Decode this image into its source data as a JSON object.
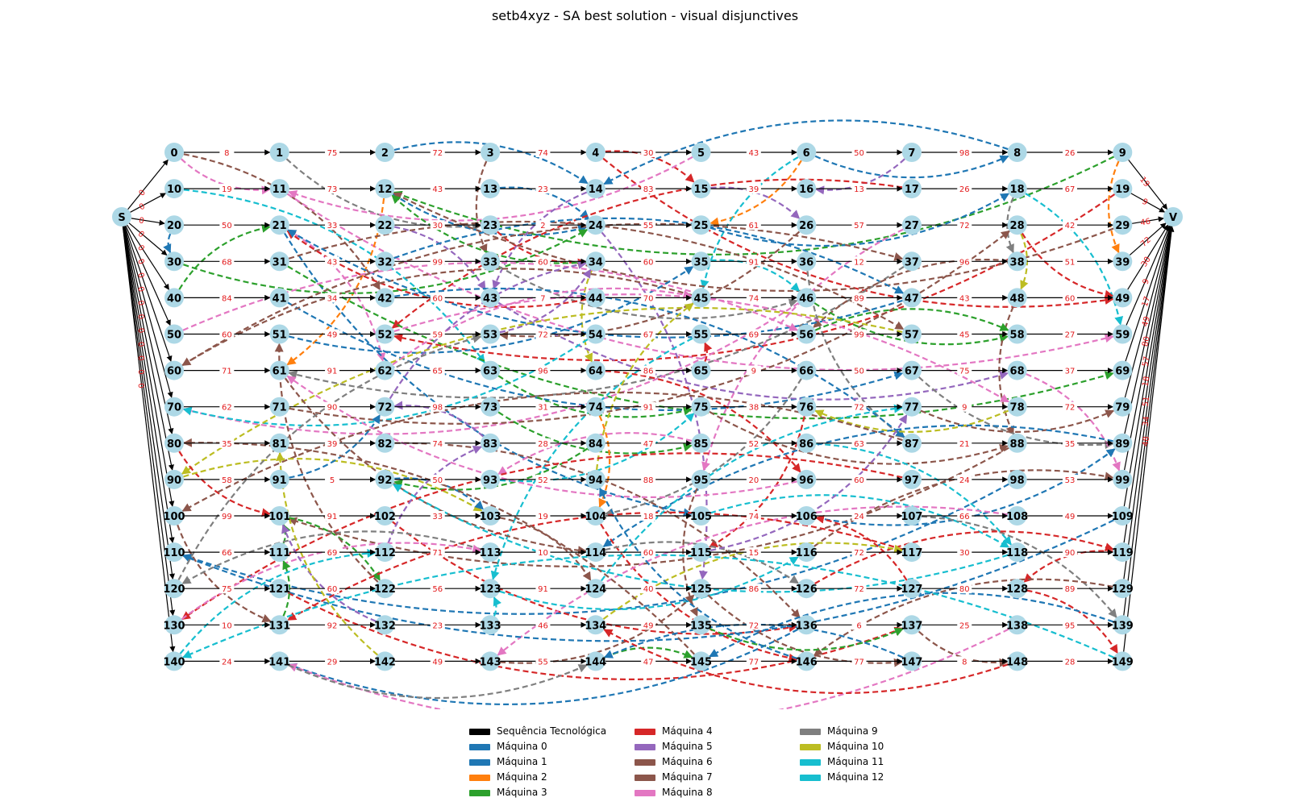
{
  "title": "setb4xyz - SA best solution - visual disjunctives",
  "source_label": "S",
  "sink_label": "V",
  "grid": {
    "rows": 15,
    "cols": 10
  },
  "colors": {
    "node_fill": "#add8e6",
    "arrow": "#000000",
    "weight_text": "#e31a1c",
    "machines": [
      "#1f77b4",
      "#1f77b4",
      "#ff7f0e",
      "#2ca02c",
      "#d62728",
      "#9467bd",
      "#8c564b",
      "#8c564b",
      "#e377c2",
      "#7f7f7f",
      "#bcbd22",
      "#17becf",
      "#17becf"
    ]
  },
  "row_weights": [
    [
      8,
      75,
      72,
      74,
      30,
      43,
      50,
      98,
      26
    ],
    [
      19,
      73,
      43,
      23,
      83,
      39,
      13,
      26,
      67
    ],
    [
      50,
      33,
      30,
      2,
      55,
      61,
      57,
      72,
      42
    ],
    [
      68,
      43,
      99,
      60,
      60,
      91,
      12,
      96,
      51
    ],
    [
      84,
      34,
      60,
      7,
      70,
      74,
      89,
      43,
      60
    ],
    [
      60,
      49,
      59,
      72,
      67,
      69,
      99,
      45,
      27
    ],
    [
      71,
      91,
      65,
      96,
      86,
      9,
      50,
      75,
      37
    ],
    [
      62,
      90,
      98,
      31,
      91,
      38,
      72,
      9,
      72
    ],
    [
      35,
      39,
      74,
      28,
      47,
      52,
      63,
      21,
      35
    ],
    [
      58,
      5,
      50,
      52,
      88,
      20,
      60,
      24,
      53
    ],
    [
      99,
      91,
      33,
      19,
      18,
      74,
      24,
      66,
      49
    ],
    [
      66,
      69,
      71,
      10,
      60,
      15,
      72,
      30,
      90
    ],
    [
      75,
      60,
      56,
      91,
      40,
      86,
      72,
      80,
      89
    ],
    [
      10,
      92,
      23,
      46,
      49,
      72,
      6,
      25,
      95
    ],
    [
      24,
      29,
      49,
      55,
      47,
      77,
      77,
      8,
      28
    ]
  ],
  "source_weights": [
    0,
    0,
    0,
    0,
    0,
    0,
    0,
    0,
    0,
    0,
    0,
    0,
    0,
    0,
    0
  ],
  "sink_weights": [
    19,
    9,
    46,
    72,
    30,
    9,
    17,
    49,
    80,
    57,
    18,
    51,
    34,
    48
  ],
  "disjunctive_arcs": [
    [
      0,
      11,
      8
    ],
    [
      0,
      42,
      6
    ],
    [
      1,
      23,
      9
    ],
    [
      2,
      14,
      0
    ],
    [
      3,
      33,
      6
    ],
    [
      4,
      15,
      4
    ],
    [
      4,
      49,
      4
    ],
    [
      5,
      11,
      8
    ],
    [
      6,
      8,
      0
    ],
    [
      6,
      25,
      2
    ],
    [
      6,
      45,
      11
    ],
    [
      7,
      16,
      5
    ],
    [
      8,
      14,
      0
    ],
    [
      9,
      12,
      3
    ],
    [
      9,
      39,
      2
    ],
    [
      10,
      63,
      12
    ],
    [
      11,
      59,
      8
    ],
    [
      12,
      61,
      2
    ],
    [
      12,
      24,
      0
    ],
    [
      13,
      24,
      0
    ],
    [
      14,
      43,
      5
    ],
    [
      15,
      26,
      5
    ],
    [
      17,
      52,
      4
    ],
    [
      18,
      59,
      12
    ],
    [
      18,
      38,
      9
    ],
    [
      19,
      52,
      4
    ],
    [
      20,
      30,
      0
    ],
    [
      21,
      62,
      8
    ],
    [
      21,
      105,
      0
    ],
    [
      22,
      43,
      5
    ],
    [
      23,
      34,
      4
    ],
    [
      24,
      125,
      5
    ],
    [
      25,
      18,
      0
    ],
    [
      26,
      53,
      6
    ],
    [
      27,
      95,
      8
    ],
    [
      28,
      48,
      10
    ],
    [
      28,
      49,
      4
    ],
    [
      29,
      12,
      6
    ],
    [
      30,
      24,
      3
    ],
    [
      31,
      57,
      6
    ],
    [
      31,
      69,
      3
    ],
    [
      32,
      47,
      0
    ],
    [
      33,
      46,
      9
    ],
    [
      34,
      12,
      3
    ],
    [
      34,
      64,
      10
    ],
    [
      35,
      46,
      11
    ],
    [
      36,
      87,
      9
    ],
    [
      37,
      61,
      9
    ],
    [
      38,
      56,
      6
    ],
    [
      40,
      21,
      3
    ],
    [
      41,
      67,
      0
    ],
    [
      42,
      87,
      0
    ],
    [
      43,
      68,
      5
    ],
    [
      44,
      21,
      4
    ],
    [
      45,
      60,
      6
    ],
    [
      46,
      70,
      8
    ],
    [
      46,
      58,
      3
    ],
    [
      47,
      21,
      1
    ],
    [
      48,
      88,
      6
    ],
    [
      50,
      56,
      8
    ],
    [
      51,
      35,
      0
    ],
    [
      52,
      78,
      8
    ],
    [
      53,
      34,
      5
    ],
    [
      54,
      70,
      11
    ],
    [
      55,
      123,
      12
    ],
    [
      56,
      58,
      3
    ],
    [
      57,
      90,
      10
    ],
    [
      60,
      37,
      6
    ],
    [
      61,
      114,
      7
    ],
    [
      62,
      45,
      8
    ],
    [
      63,
      75,
      3
    ],
    [
      64,
      96,
      4
    ],
    [
      65,
      55,
      4
    ],
    [
      66,
      104,
      9
    ],
    [
      67,
      89,
      9
    ],
    [
      68,
      99,
      8
    ],
    [
      71,
      28,
      6
    ],
    [
      72,
      34,
      5
    ],
    [
      73,
      85,
      3
    ],
    [
      74,
      104,
      2
    ],
    [
      75,
      88,
      6
    ],
    [
      76,
      115,
      4
    ],
    [
      77,
      79,
      6
    ],
    [
      78,
      76,
      10
    ],
    [
      80,
      101,
      4
    ],
    [
      82,
      136,
      6
    ],
    [
      83,
      72,
      5
    ],
    [
      84,
      92,
      3
    ],
    [
      85,
      93,
      8
    ],
    [
      86,
      118,
      12
    ],
    [
      87,
      100,
      6
    ],
    [
      88,
      101,
      6
    ],
    [
      89,
      114,
      0
    ],
    [
      90,
      103,
      10
    ],
    [
      91,
      72,
      0
    ],
    [
      92,
      103,
      1
    ],
    [
      93,
      75,
      11
    ],
    [
      94,
      45,
      10
    ],
    [
      95,
      135,
      7
    ],
    [
      96,
      61,
      8
    ],
    [
      97,
      130,
      4
    ],
    [
      98,
      110,
      0
    ],
    [
      100,
      131,
      6
    ],
    [
      101,
      122,
      3
    ],
    [
      102,
      136,
      4
    ],
    [
      103,
      124,
      7
    ],
    [
      104,
      146,
      4
    ],
    [
      105,
      118,
      12
    ],
    [
      106,
      89,
      0
    ],
    [
      107,
      139,
      9
    ],
    [
      108,
      143,
      8
    ],
    [
      109,
      110,
      1
    ],
    [
      111,
      101,
      3
    ],
    [
      112,
      83,
      5
    ],
    [
      113,
      120,
      9
    ],
    [
      114,
      126,
      9
    ],
    [
      115,
      77,
      5
    ],
    [
      116,
      99,
      6
    ],
    [
      117,
      131,
      4
    ],
    [
      118,
      92,
      12
    ],
    [
      119,
      128,
      4
    ],
    [
      120,
      53,
      9
    ],
    [
      121,
      137,
      4
    ],
    [
      122,
      51,
      7
    ],
    [
      123,
      116,
      11
    ],
    [
      124,
      77,
      12
    ],
    [
      125,
      147,
      6
    ],
    [
      126,
      119,
      4
    ],
    [
      127,
      106,
      4
    ],
    [
      128,
      149,
      4
    ],
    [
      129,
      146,
      7
    ],
    [
      130,
      113,
      8
    ],
    [
      131,
      111,
      3
    ],
    [
      132,
      101,
      5
    ],
    [
      133,
      123,
      12
    ],
    [
      134,
      117,
      10
    ],
    [
      135,
      137,
      3
    ],
    [
      136,
      141,
      0
    ],
    [
      137,
      148,
      7
    ],
    [
      138,
      141,
      8
    ],
    [
      139,
      145,
      1
    ],
    [
      140,
      112,
      12
    ],
    [
      141,
      144,
      9
    ],
    [
      142,
      81,
      10
    ],
    [
      143,
      125,
      6
    ],
    [
      144,
      145,
      3
    ],
    [
      145,
      80,
      7
    ],
    [
      146,
      94,
      1
    ],
    [
      147,
      144,
      0
    ],
    [
      148,
      134,
      4
    ],
    [
      149,
      140,
      12
    ]
  ],
  "legend": [
    {
      "label": "Sequência Tecnológica",
      "color": "#000000"
    },
    {
      "label": "Máquina 0",
      "color": "#1f77b4"
    },
    {
      "label": "Máquina 1",
      "color": "#1f77b4"
    },
    {
      "label": "Máquina 2",
      "color": "#ff7f0e"
    },
    {
      "label": "Máquina 3",
      "color": "#2ca02c"
    },
    {
      "label": "Máquina 4",
      "color": "#d62728"
    },
    {
      "label": "Máquina 5",
      "color": "#9467bd"
    },
    {
      "label": "Máquina 6",
      "color": "#8c564b"
    },
    {
      "label": "Máquina 7",
      "color": "#8c564b"
    },
    {
      "label": "Máquina 8",
      "color": "#e377c2"
    },
    {
      "label": "Máquina 9",
      "color": "#7f7f7f"
    },
    {
      "label": "Máquina 10",
      "color": "#bcbd22"
    },
    {
      "label": "Máquina 11",
      "color": "#17becf"
    },
    {
      "label": "Máquina 12",
      "color": "#17becf"
    }
  ]
}
